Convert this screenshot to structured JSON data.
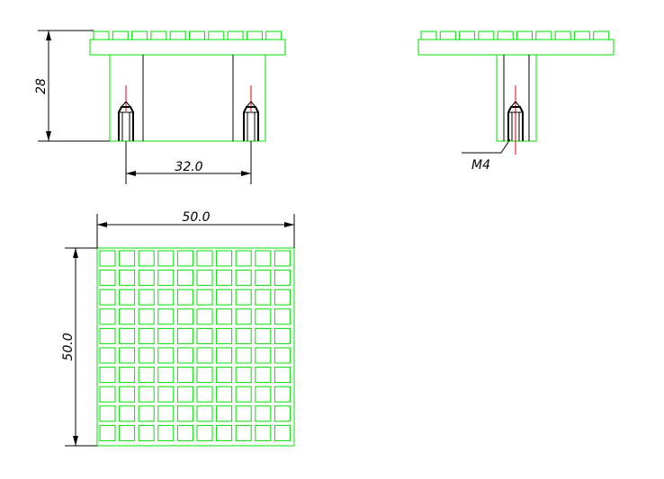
{
  "drawing": {
    "colors": {
      "outline": "#00e000",
      "dimension": "#000000",
      "centerline": "#e00000",
      "background": "#ffffff"
    },
    "front_view": {
      "height_dim": "28",
      "hole_spacing_dim": "32.0"
    },
    "side_view": {
      "thread_callout": "M4"
    },
    "top_view": {
      "width_dim": "50.0",
      "height_dim": "50.0",
      "grid_rows": 10,
      "grid_cols": 10
    }
  }
}
